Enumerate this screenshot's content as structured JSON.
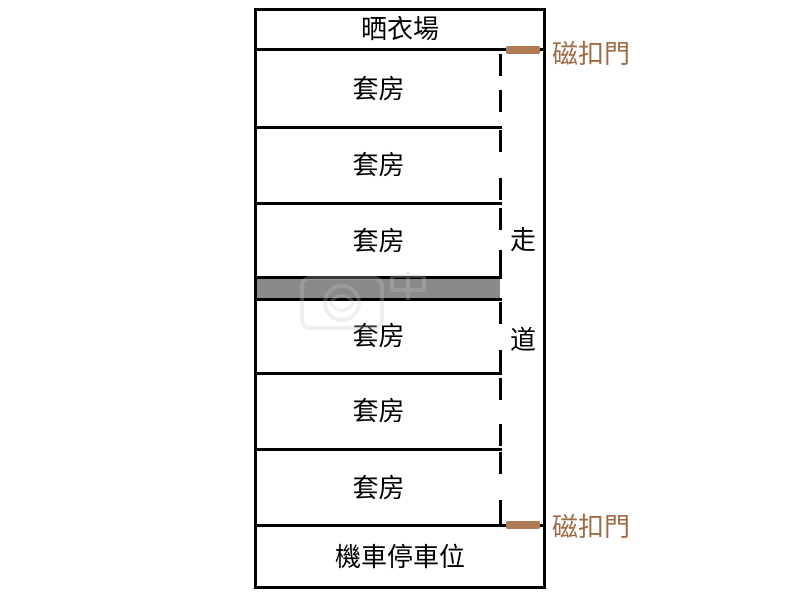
{
  "floorplan": {
    "top_area": "晒衣場",
    "rooms": [
      "套房",
      "套房",
      "套房",
      "套房",
      "套房",
      "套房"
    ],
    "corridor": [
      "走",
      "道"
    ],
    "doors": [
      "磁扣門",
      "磁扣門"
    ],
    "bottom_area": "機車停車位",
    "door_color": "#b07a55",
    "door_label_color": "#a06a45",
    "divider_band_color": "#8a8a8a"
  }
}
